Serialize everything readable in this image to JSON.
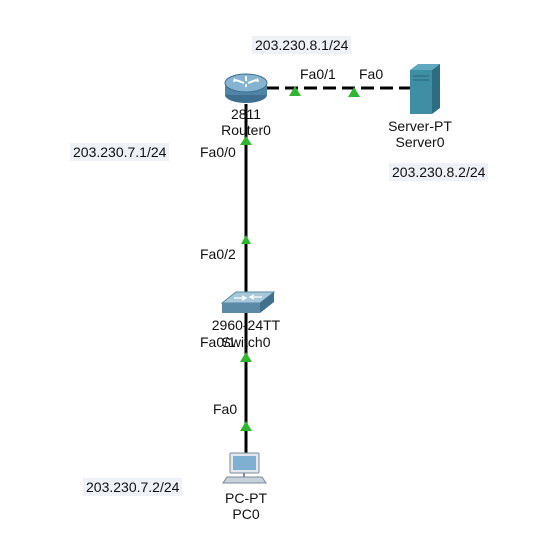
{
  "devices": {
    "router": {
      "model": "2811",
      "name": "Router0"
    },
    "server": {
      "model": "Server-PT",
      "name": "Server0"
    },
    "switch": {
      "model": "2960-24TT",
      "name": "Switch0"
    },
    "pc": {
      "model": "PC-PT",
      "name": "PC0"
    }
  },
  "ports": {
    "router_fa01": "Fa0/1",
    "server_fa0": "Fa0",
    "router_fa00": "Fa0/0",
    "switch_fa02": "Fa0/2",
    "switch_fa01": "Fa0/1",
    "pc_fa0": "Fa0"
  },
  "ips": {
    "router_fa01_net": "203.230.8.1/24",
    "router_fa00_net": "203.230.7.1/24",
    "server": "203.230.8.2/24",
    "pc": "203.230.7.2/24"
  },
  "colors": {
    "link": "#000000",
    "link_up": "#2fb52f",
    "router": "#5e8fae",
    "server": "#3f8ea3",
    "switch": "#6d9bb6",
    "pc": "#7fb0d2"
  }
}
